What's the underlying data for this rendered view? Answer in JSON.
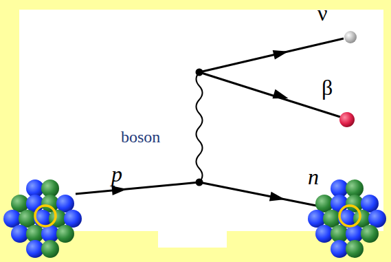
{
  "diagram": {
    "labels": [
      "ν",
      "β",
      "boson",
      "p",
      "n"
    ]
  }
}
